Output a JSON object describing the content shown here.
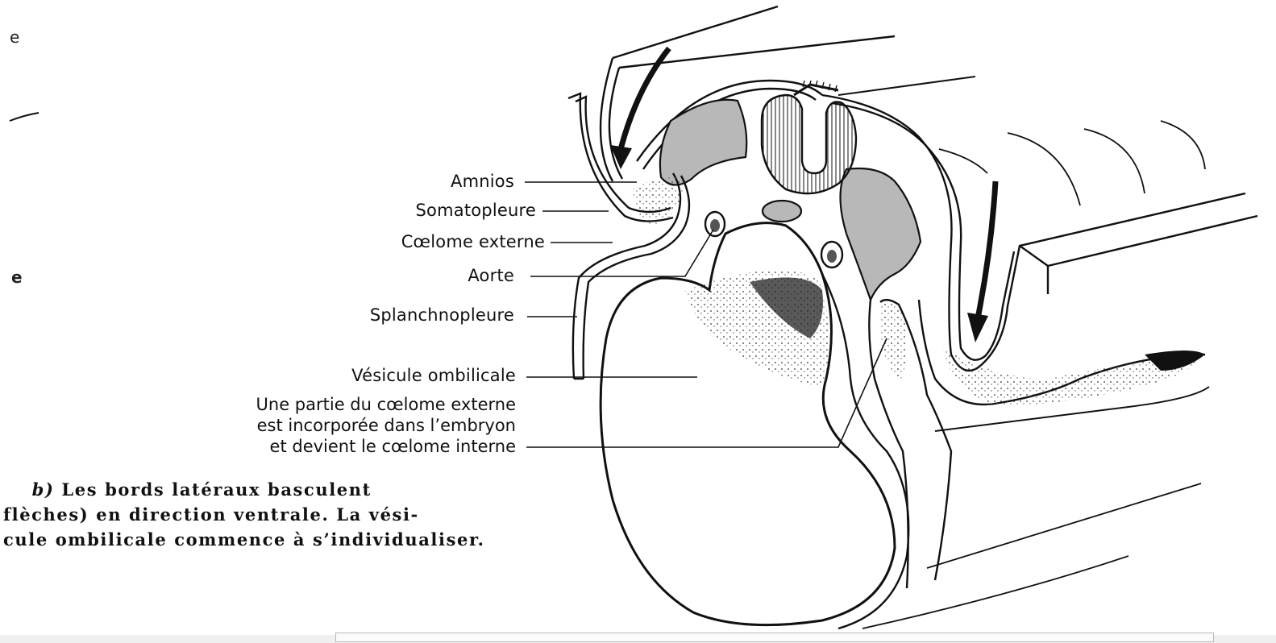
{
  "left_edge_fragments": [
    "e",
    "e"
  ],
  "labels": {
    "amnios": "Amnios",
    "somatopleure": "Somatopleure",
    "coelome_externe": "Cœlome externe",
    "aorte": "Aorte",
    "splanchnopleure": "Splanchnopleure",
    "vesicule_ombilicale": "Vésicule ombilicale",
    "coelome_interne": [
      "Une partie du cœlome externe",
      "est incorporée dans l’embryon",
      "et devient le cœlome interne"
    ]
  },
  "caption": {
    "marker": "b)",
    "line1": "Les bords latéraux basculent",
    "line2": "flèches) en direction ventrale. La vési-",
    "line3": "cule ombilicale commence à s’individualiser."
  },
  "colors": {
    "outline": "#111111",
    "tissue_shade": "#b8b8b8",
    "background": "#ffffff"
  }
}
